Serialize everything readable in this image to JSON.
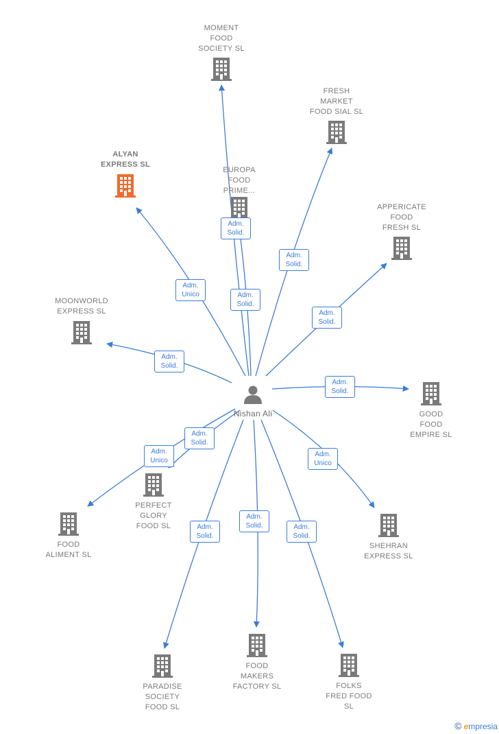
{
  "colors": {
    "edge": "#3b7dd8",
    "building": "#7a7a7a",
    "highlight": "#f26a2e",
    "person": "#7a7a7a"
  },
  "center": {
    "name": "Nishan Ali",
    "icon": "person-icon"
  },
  "nodes": [
    {
      "id": "moment",
      "label_lines": [
        "MOMENT",
        "FOOD",
        "SOCIETY  SL"
      ],
      "icon": "building-icon",
      "highlight": false
    },
    {
      "id": "fresh",
      "label_lines": [
        "FRESH",
        "MARKET",
        "FOOD SIAL  SL"
      ],
      "icon": "building-icon",
      "highlight": false
    },
    {
      "id": "alyan",
      "label_lines": [
        "ALYAN",
        "EXPRESS  SL"
      ],
      "icon": "building-icon",
      "highlight": true
    },
    {
      "id": "europa",
      "label_lines": [
        "EUROPA",
        "FOOD",
        "PRIME..."
      ],
      "icon": "building-icon",
      "highlight": false
    },
    {
      "id": "appericate",
      "label_lines": [
        "APPERICATE",
        "FOOD",
        "FRESH  SL"
      ],
      "icon": "building-icon",
      "highlight": false
    },
    {
      "id": "moonworld",
      "label_lines": [
        "MOONWORLD",
        "EXPRESS  SL"
      ],
      "icon": "building-icon",
      "highlight": false
    },
    {
      "id": "goodfood",
      "label_lines": [
        "GOOD",
        "FOOD",
        "EMPIRE  SL"
      ],
      "icon": "building-icon",
      "highlight": false
    },
    {
      "id": "perfect",
      "label_lines": [
        "PERFECT",
        "GLORY",
        "FOOD  SL"
      ],
      "icon": "building-icon",
      "highlight": false
    },
    {
      "id": "aliment",
      "label_lines": [
        "FOOD",
        "ALIMENT  SL"
      ],
      "icon": "building-icon",
      "highlight": false
    },
    {
      "id": "shehran",
      "label_lines": [
        "SHEHRAN",
        "EXPRESS  SL"
      ],
      "icon": "building-icon",
      "highlight": false
    },
    {
      "id": "paradise",
      "label_lines": [
        "PARADISE",
        "SOCIETY",
        "FOOD  SL"
      ],
      "icon": "building-icon",
      "highlight": false
    },
    {
      "id": "makers",
      "label_lines": [
        "FOOD",
        "MAKERS",
        "FACTORY  SL"
      ],
      "icon": "building-icon",
      "highlight": false
    },
    {
      "id": "folks",
      "label_lines": [
        "FOLKS",
        "FRED FOOD",
        "SL"
      ],
      "icon": "building-icon",
      "highlight": false
    }
  ],
  "edges": [
    {
      "to": "moment",
      "role_lines": [
        "Adm.",
        "Solid."
      ]
    },
    {
      "to": "europa",
      "role_lines": [
        "Adm.",
        "Solid."
      ]
    },
    {
      "to": "fresh",
      "role_lines": [
        "Adm.",
        "Solid."
      ]
    },
    {
      "to": "alyan",
      "role_lines": [
        "Adm.",
        "Unico"
      ]
    },
    {
      "to": "appericate",
      "role_lines": [
        "Adm.",
        "Solid."
      ]
    },
    {
      "to": "moonworld",
      "role_lines": [
        "Adm.",
        "Solid."
      ]
    },
    {
      "to": "goodfood",
      "role_lines": [
        "Adm.",
        "Solid."
      ]
    },
    {
      "to": "perfect",
      "role_lines": [
        "Adm.",
        "Solid."
      ]
    },
    {
      "to": "aliment",
      "role_lines": [
        "Adm.",
        "Unico"
      ]
    },
    {
      "to": "shehran",
      "role_lines": [
        "Adm.",
        "Unico"
      ]
    },
    {
      "to": "paradise",
      "role_lines": [
        "Adm.",
        "Solid."
      ]
    },
    {
      "to": "makers",
      "role_lines": [
        "Adm.",
        "Solid."
      ]
    },
    {
      "to": "folks",
      "role_lines": [
        "Adm.",
        "Solid."
      ]
    }
  ],
  "watermark": {
    "symbol": "©",
    "brand_initial": "e",
    "brand_rest": "mpresia"
  }
}
